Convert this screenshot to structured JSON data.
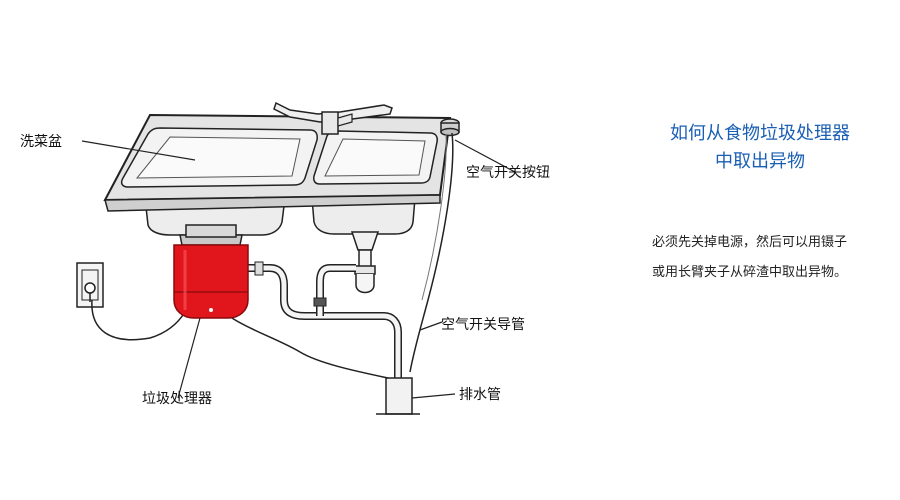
{
  "diagram": {
    "labels": {
      "sink": "洗菜盆",
      "air_switch_button": "空气开关按钮",
      "air_switch_tube": "空气开关导管",
      "disposer": "垃圾处理器",
      "drain_pipe": "排水管"
    },
    "colors": {
      "disposer": "#e0161c",
      "line": "#222222"
    }
  },
  "panel": {
    "title_line1": "如何从食物垃圾处理器",
    "title_line2": "中取出异物",
    "body": "必须先关掉电源，然后可以用镊子或用长臂夹子从碎渣中取出异物。"
  }
}
